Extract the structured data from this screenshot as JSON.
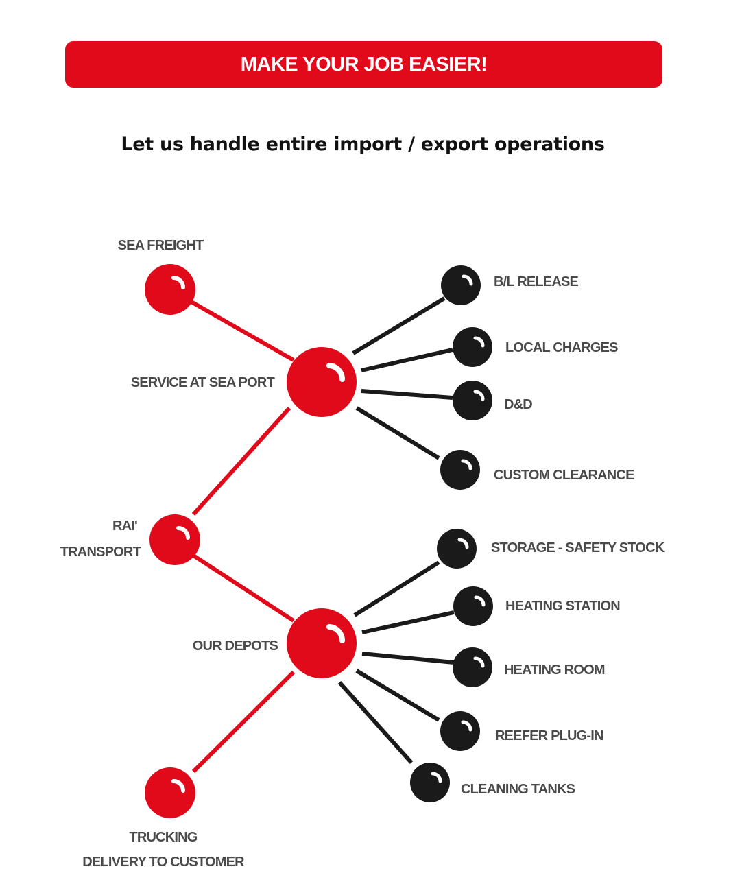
{
  "banner": {
    "title": "MAKE YOUR JOB EASIER!"
  },
  "subtitle": "Let us handle entire import / export operations",
  "colors": {
    "accent": "#e10a1a",
    "node_dark": "#1a1a1a",
    "label": "#4a4a4a"
  },
  "main_chain": [
    {
      "id": "sea-freight",
      "label": "SEA FREIGHT"
    },
    {
      "id": "service-sea-port",
      "label": "SERVICE AT SEA PORT"
    },
    {
      "id": "rail-transport",
      "label_line1": "RAI'",
      "label_line2": "TRANSPORT"
    },
    {
      "id": "our-depots",
      "label": "OUR DEPOTS"
    },
    {
      "id": "trucking",
      "label_line1": "TRUCKING",
      "label_line2": "DELIVERY TO CUSTOMER"
    }
  ],
  "sea_port_services": [
    {
      "label": "B/L RELEASE"
    },
    {
      "label": "LOCAL CHARGES"
    },
    {
      "label": "D&D"
    },
    {
      "label": "CUSTOM CLEARANCE"
    }
  ],
  "depot_services": [
    {
      "label": "STORAGE - SAFETY STOCK"
    },
    {
      "label": "HEATING STATION"
    },
    {
      "label": "HEATING ROOM"
    },
    {
      "label": "REEFER PLUG-IN"
    },
    {
      "label": "CLEANING TANKS"
    }
  ]
}
